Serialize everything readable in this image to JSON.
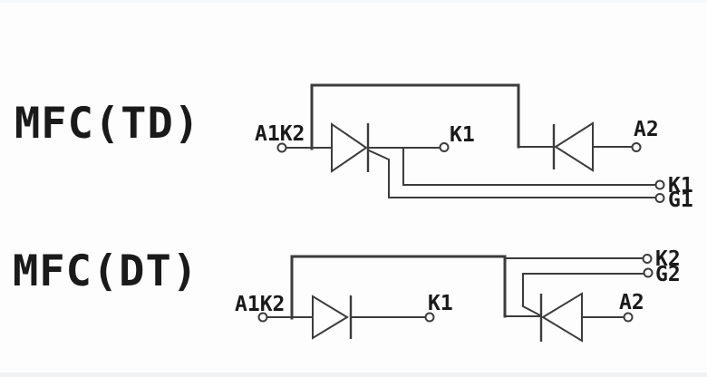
{
  "colors": {
    "background": "#fdfdfd",
    "line": "#3c3c3c",
    "text": "#1a1a1a",
    "footer_strip": "#f1f2f3"
  },
  "diagrams": [
    {
      "title": "MFC(TD)",
      "components": [
        "thyristor",
        "diode"
      ],
      "terminals": {
        "a1k2": "A1K2",
        "k1_mid": "K1",
        "a2": "A2",
        "k1": "K1",
        "g1": "G1"
      }
    },
    {
      "title": "MFC(DT)",
      "components": [
        "diode",
        "thyristor"
      ],
      "terminals": {
        "a1k2": "A1K2",
        "k1_mid": "K1",
        "a2": "A2",
        "k2": "K2",
        "g2": "G2"
      }
    }
  ]
}
